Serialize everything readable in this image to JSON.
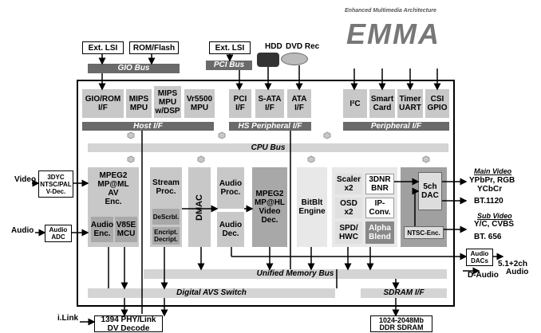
{
  "logo": {
    "tagline": "Enhanced Multimedia Architecture",
    "name": "EMMA"
  },
  "top": {
    "ext_lsi_1": "Ext. LSI",
    "rom_flash": "ROM/Flash",
    "gio_bus": "GIO Bus",
    "ext_lsi_2": "Ext. LSI",
    "pci_bus": "PCI Bus",
    "hdd": "HDD",
    "dvd_rec": "DVD Rec"
  },
  "top_blocks": {
    "gio_rom_1": "GIO/ROM",
    "gio_rom_2": "I/F",
    "mips_mpu_1": "MIPS",
    "mips_mpu_2": "MPU",
    "mips_dsp_1": "MIPS",
    "mips_dsp_2": "MPU",
    "mips_dsp_3": "w/DSP",
    "vr5500_1": "Vr5500",
    "vr5500_2": "MPU",
    "pci_1": "PCI",
    "pci_2": "I/F",
    "sata_1": "S-ATA",
    "sata_2": "I/F",
    "ata_1": "ATA",
    "ata_2": "I/F",
    "i2c": "I²C",
    "smart_card_1": "Smart",
    "smart_card_2": "Card",
    "timer_1": "Timer",
    "timer_2": "UART",
    "csi_1": "CSI",
    "csi_2": "GPIO"
  },
  "buses": {
    "host_if": "Host I/F",
    "hs_peripheral_if": "HS Peripheral I/F",
    "peripheral_if": "Peripheral I/F",
    "cpu_bus": "CPU Bus",
    "unified_memory_bus": "Unified Memory Bus",
    "digital_avs_switch": "Digital AVS Switch",
    "sdram_if": "SDRAM I/F"
  },
  "core": {
    "mpeg2_av_1": "MPEG2",
    "mpeg2_av_2": "MP@ML",
    "mpeg2_av_3": "AV",
    "mpeg2_av_4": "Enc.",
    "audio_enc_1": "Audio",
    "audio_enc_2": "Enc.",
    "v85e_1": "V85E",
    "v85e_2": "MCU",
    "stream_1": "Stream",
    "stream_2": "Proc.",
    "descrbl": "DeScrbl.",
    "encript_1": "Encript.",
    "encript_2": "Decript.",
    "dmac": "DMAC",
    "audio_proc_1": "Audio",
    "audio_proc_2": "Proc.",
    "audio_dec_1": "Audio",
    "audio_dec_2": "Dec.",
    "mpeg2_hl_1": "MPEG2",
    "mpeg2_hl_2": "MP@HL",
    "mpeg2_hl_3": "Video",
    "mpeg2_hl_4": "Dec.",
    "bitblt_1": "BitBlt",
    "bitblt_2": "Engine",
    "scaler_1": "Scaler",
    "scaler_2": "x2",
    "dnr_1": "3DNR",
    "dnr_2": "BNR",
    "osd_1": "OSD",
    "osd_2": "x2",
    "ip_conv_1": "IP-",
    "ip_conv_2": "Conv.",
    "spd_1": "SPD/",
    "spd_2": "HWC",
    "alpha_1": "Alpha",
    "alpha_2": "Blend",
    "dac_1": "5ch",
    "dac_2": "DAC",
    "ntsc_enc": "NTSC-Enc."
  },
  "left": {
    "video": "Video",
    "dyc_1": "3DYC",
    "dyc_2": "NTSC/PAL",
    "dyc_3": "V-Dec.",
    "audio": "Audio",
    "adc_1": "Audio",
    "adc_2": "ADC"
  },
  "right": {
    "main_video": "Main Video",
    "ypbpr": "YPbPr, RGB",
    "ycbcr": "YCbCr",
    "bt1120": "BT.1120",
    "sub_video": "Sub Video",
    "yc_cvbs": "Y/C, CVBS",
    "bt656": "BT. 656",
    "audio_dacs_1": "Audio",
    "audio_dacs_2": "DACs",
    "ch51_1": "5.1+2ch",
    "ch51_2": "Audio",
    "d_audio": "D-Audio"
  },
  "bottom": {
    "ilink": "i.Link",
    "phy_1": "1394 PHY/Link",
    "phy_2": "DV Decode",
    "sdram_1": "1024-2048Mb",
    "sdram_2": "DDR SDRAM"
  },
  "colors": {
    "dark_bar": "#6a6a6a",
    "light_bar": "#d4d4d4",
    "block": "#c8c8c8",
    "dark_block": "#888888"
  }
}
